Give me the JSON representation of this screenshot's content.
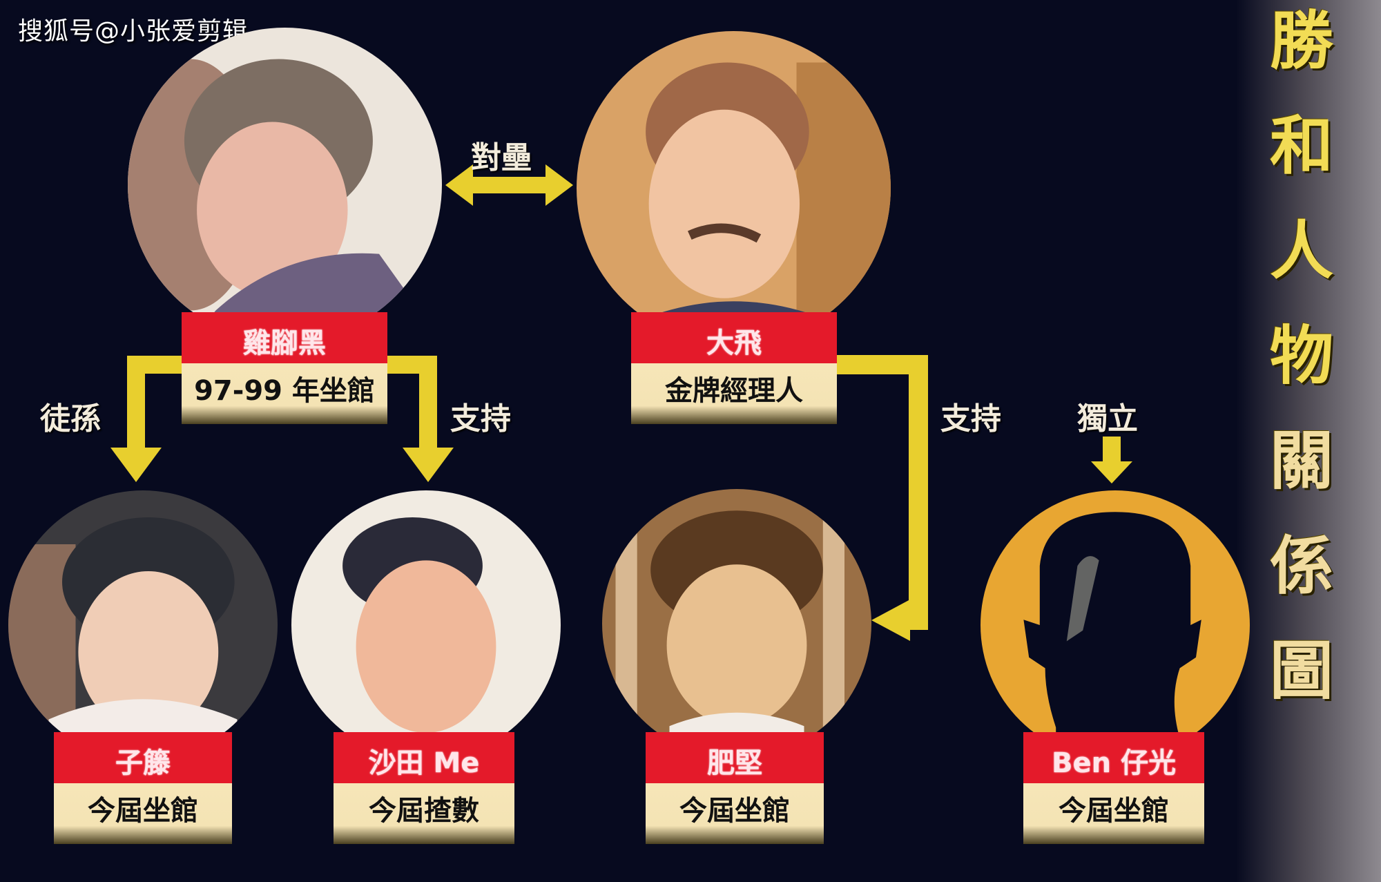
{
  "watermark": "搜狐号@小张爱剪辑",
  "title": {
    "chars": [
      "勝",
      "和",
      "人",
      "物",
      "關",
      "係",
      "圖"
    ]
  },
  "nodes": [
    {
      "id": "gai-geuk-hak",
      "name": "雞腳黑",
      "role": "97-99 年坐館",
      "bg": "#e9e2da"
    },
    {
      "id": "dai-fei",
      "name": "大飛",
      "role": "金牌經理人",
      "bg": "#d9a266"
    },
    {
      "id": "zi-tang",
      "name": "子籐",
      "role": "今屆坐館",
      "bg": "#3b3a3e"
    },
    {
      "id": "sha-tin-me",
      "name": "沙田 Me",
      "role": "今屆揸數",
      "bg": "#f1ebe2"
    },
    {
      "id": "fei-gin",
      "name": "肥堅",
      "role": "今屆坐館",
      "bg": "#9a6f45"
    },
    {
      "id": "ben-zai-gwong",
      "name": "Ben 仔光",
      "role": "今屆坐館",
      "bg": "#e8a632"
    }
  ],
  "relations": {
    "rivalry": "對壘",
    "disciple": "徒孫",
    "support_left": "支持",
    "support_right": "支持",
    "independent": "獨立"
  },
  "colors": {
    "background": "#070a1f",
    "arrow": "#e8cf2e",
    "name_band": "#e41a2a",
    "role_band": "#f6e6b8",
    "title": "#f2dc55"
  }
}
